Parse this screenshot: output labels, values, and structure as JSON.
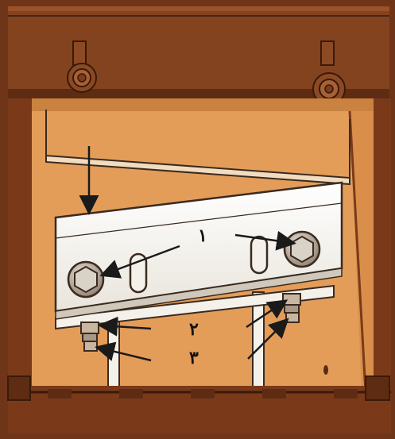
{
  "figure": {
    "description_free": true,
    "colors": {
      "frame": "#7a3d1f",
      "frame_dark": "#5a2a12",
      "panel": "#e6a15c",
      "panel_shade": "#d48c45",
      "plate": "#f4f1ea",
      "plate_edge": "#3a2a20",
      "bolt": "#8a7a6a",
      "arrow": "#1a1a1a"
    },
    "callouts": [
      {
        "id": "1",
        "text": "۱"
      },
      {
        "id": "2",
        "text": "۲"
      },
      {
        "id": "3",
        "text": "۳"
      }
    ],
    "icons": [
      "bolt-head-icon",
      "nut-icon",
      "slot-icon",
      "arrow-icon"
    ]
  }
}
